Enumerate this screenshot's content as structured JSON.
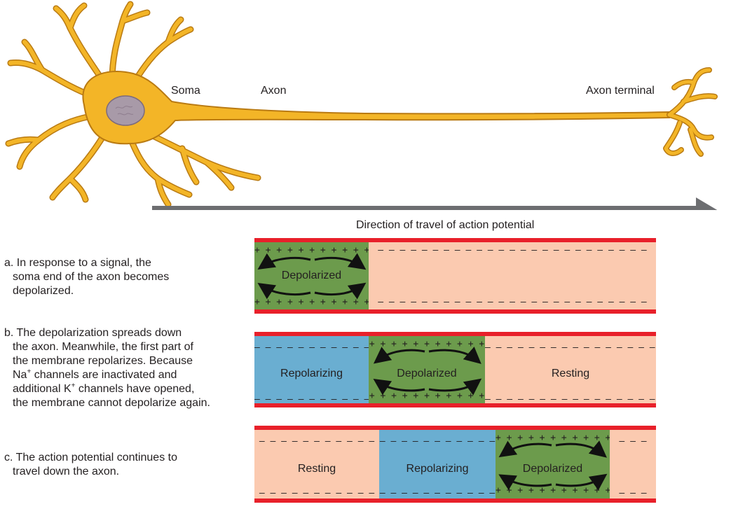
{
  "colors": {
    "neuron": "#f3b527",
    "neuron_outline": "#b97a12",
    "nucleus": "#a89aa8",
    "direction_arrow": "#6d6e71",
    "membrane": "#e8202a",
    "resting": "#fbcab0",
    "depolarized": "#6c9b4c",
    "repolarizing": "#6aaed1"
  },
  "neuron": {
    "soma_label": "Soma",
    "axon_label": "Axon",
    "terminal_label": "Axon terminal"
  },
  "direction_label": "Direction of travel of action potential",
  "charges": {
    "plus_long": "+ + + + + + + + + + +",
    "minus_long": "— — — — — — — — — — — — — — — — — — — — — — — — —",
    "minus_med": "— — — — — — — — — — —",
    "minus_short": "— — — — —",
    "minus_tiny": "— — —"
  },
  "segment_labels": {
    "depolarized": "Depolarized",
    "repolarizing": "Repolarizing",
    "resting": "Resting"
  },
  "steps": {
    "a": {
      "line1": "a. In response to a signal, the",
      "line2": "soma end of the axon becomes",
      "line3": "depolarized."
    },
    "b": {
      "line1": "b. The depolarization spreads down",
      "line2": "the axon. Meanwhile, the first part of",
      "line3": "the membrane repolarizes. Because",
      "line4a": "Na",
      "line4sup": "+",
      "line4b": " channels are inactivated and",
      "line5a": "additional K",
      "line5sup": "+",
      "line5b": " channels have opened,",
      "line6": "the membrane cannot depolarize again."
    },
    "c": {
      "line1": "c. The action potential continues to",
      "line2": "travel down the axon."
    }
  }
}
